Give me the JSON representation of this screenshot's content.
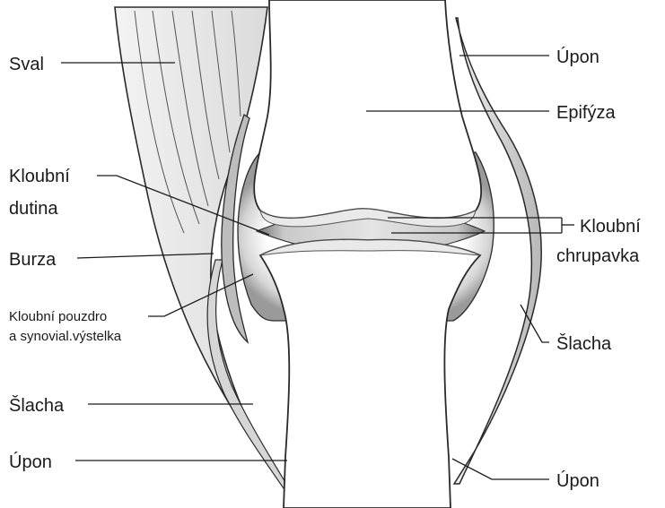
{
  "labels": {
    "sval": "Sval",
    "kloubni_dutina_1": "Kloubní",
    "kloubni_dutina_2": "dutina",
    "burza": "Burza",
    "pouzdro_1": "Kloubní pouzdro",
    "pouzdro_2": "a synovial.výstelka",
    "slacha_left": "Šlacha",
    "upon_left": "Úpon",
    "upon_top_right": "Úpon",
    "epifyza": "Epifýza",
    "chrupavka_1": "Kloubní",
    "chrupavka_2": "chrupavka",
    "slacha_right": "Šlacha",
    "upon_bottom_right": "Úpon"
  },
  "colors": {
    "bone": "#ffffff",
    "outline": "#2a2a2a",
    "muscle": "#e6e6e6",
    "tendon": "#cfcfcf",
    "capsule": "#d9d9d9",
    "cartilage": "#eeeeee",
    "cavity": "#8e8e8e"
  }
}
